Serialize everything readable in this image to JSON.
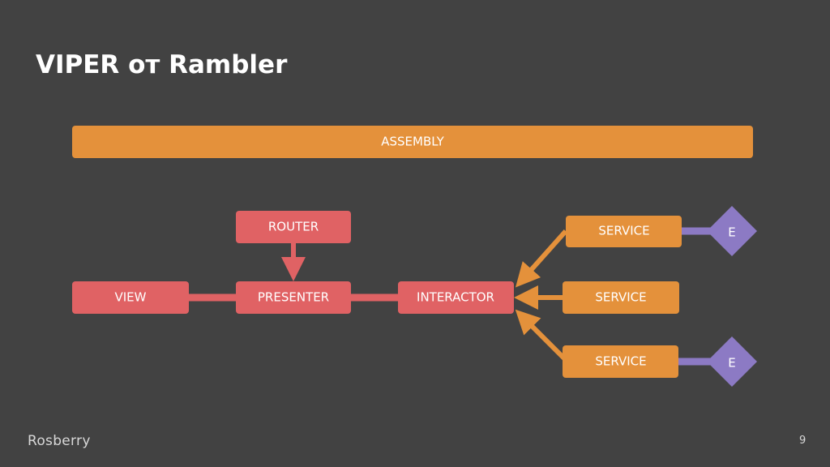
{
  "slide": {
    "title": "VIPER от Rambler",
    "logo": "Rosberry",
    "page_number": "9"
  },
  "diagram": {
    "assembly": "ASSEMBLY",
    "router": "ROUTER",
    "view": "VIEW",
    "presenter": "PRESENTER",
    "interactor": "INTERACTOR",
    "services": [
      "SERVICE",
      "SERVICE",
      "SERVICE"
    ],
    "entities": [
      "E",
      "E"
    ]
  },
  "colors": {
    "background": "#424242",
    "orange": "#e4913b",
    "red": "#e06264",
    "purple": "#8c7ac4",
    "text": "#ffffff"
  }
}
